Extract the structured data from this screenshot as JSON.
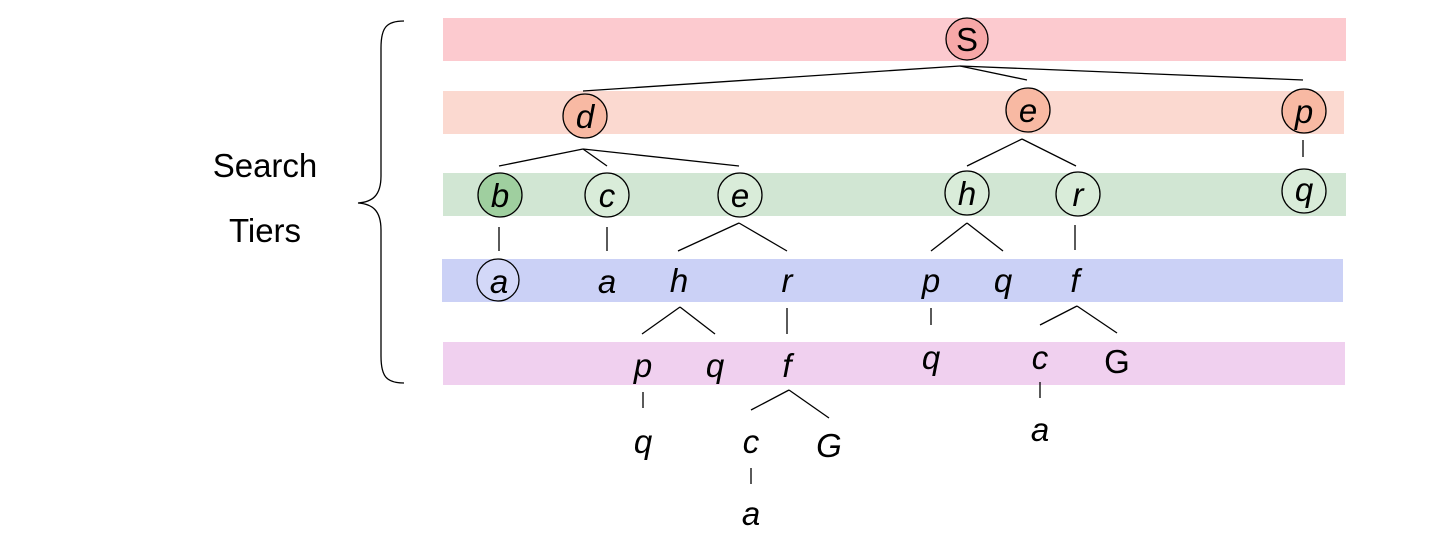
{
  "side_label": {
    "line1": "Search",
    "line2": "Tiers"
  },
  "colors": {
    "tier0": "#fccacf",
    "tier1": "#fbd9d0",
    "tier2": "#d1e6d3",
    "tier3": "#cbd1f6",
    "tier4": "#f0d0ef",
    "node_red": "#f7a8a8",
    "node_orange": "#f8b9a3",
    "node_green_dark": "#9fcf9f",
    "node_green_light": "#d9ecd9",
    "node_blue": "#d3d8f8",
    "text_s": "#7a1a1a",
    "text_d": "#8a2a1a",
    "text_green": "#1a3a1a",
    "text_blue": "#101a50",
    "text_purple": "#3a0a35",
    "text_black": "#000000"
  },
  "nodes": [
    {
      "id": "S",
      "label": "S",
      "upright": true
    },
    {
      "id": "d1",
      "label": "d"
    },
    {
      "id": "e1",
      "label": "e"
    },
    {
      "id": "p1",
      "label": "p"
    },
    {
      "id": "b2",
      "label": "b"
    },
    {
      "id": "c2",
      "label": "c"
    },
    {
      "id": "e2",
      "label": "e"
    },
    {
      "id": "h2",
      "label": "h"
    },
    {
      "id": "r2",
      "label": "r"
    },
    {
      "id": "q2",
      "label": "q"
    },
    {
      "id": "a3a",
      "label": "a"
    },
    {
      "id": "a3b",
      "label": "a"
    },
    {
      "id": "h3",
      "label": "h"
    },
    {
      "id": "r3",
      "label": "r"
    },
    {
      "id": "p3",
      "label": "p"
    },
    {
      "id": "q3",
      "label": "q"
    },
    {
      "id": "f3",
      "label": "f"
    },
    {
      "id": "p4",
      "label": "p"
    },
    {
      "id": "q4a",
      "label": "q"
    },
    {
      "id": "f4",
      "label": "f"
    },
    {
      "id": "q4b",
      "label": "q"
    },
    {
      "id": "c4",
      "label": "c"
    },
    {
      "id": "G4",
      "label": "G",
      "upright": true
    },
    {
      "id": "q5",
      "label": "q"
    },
    {
      "id": "c5",
      "label": "c"
    },
    {
      "id": "G5",
      "label": "G"
    },
    {
      "id": "a5",
      "label": "a"
    },
    {
      "id": "a6",
      "label": "a"
    }
  ]
}
